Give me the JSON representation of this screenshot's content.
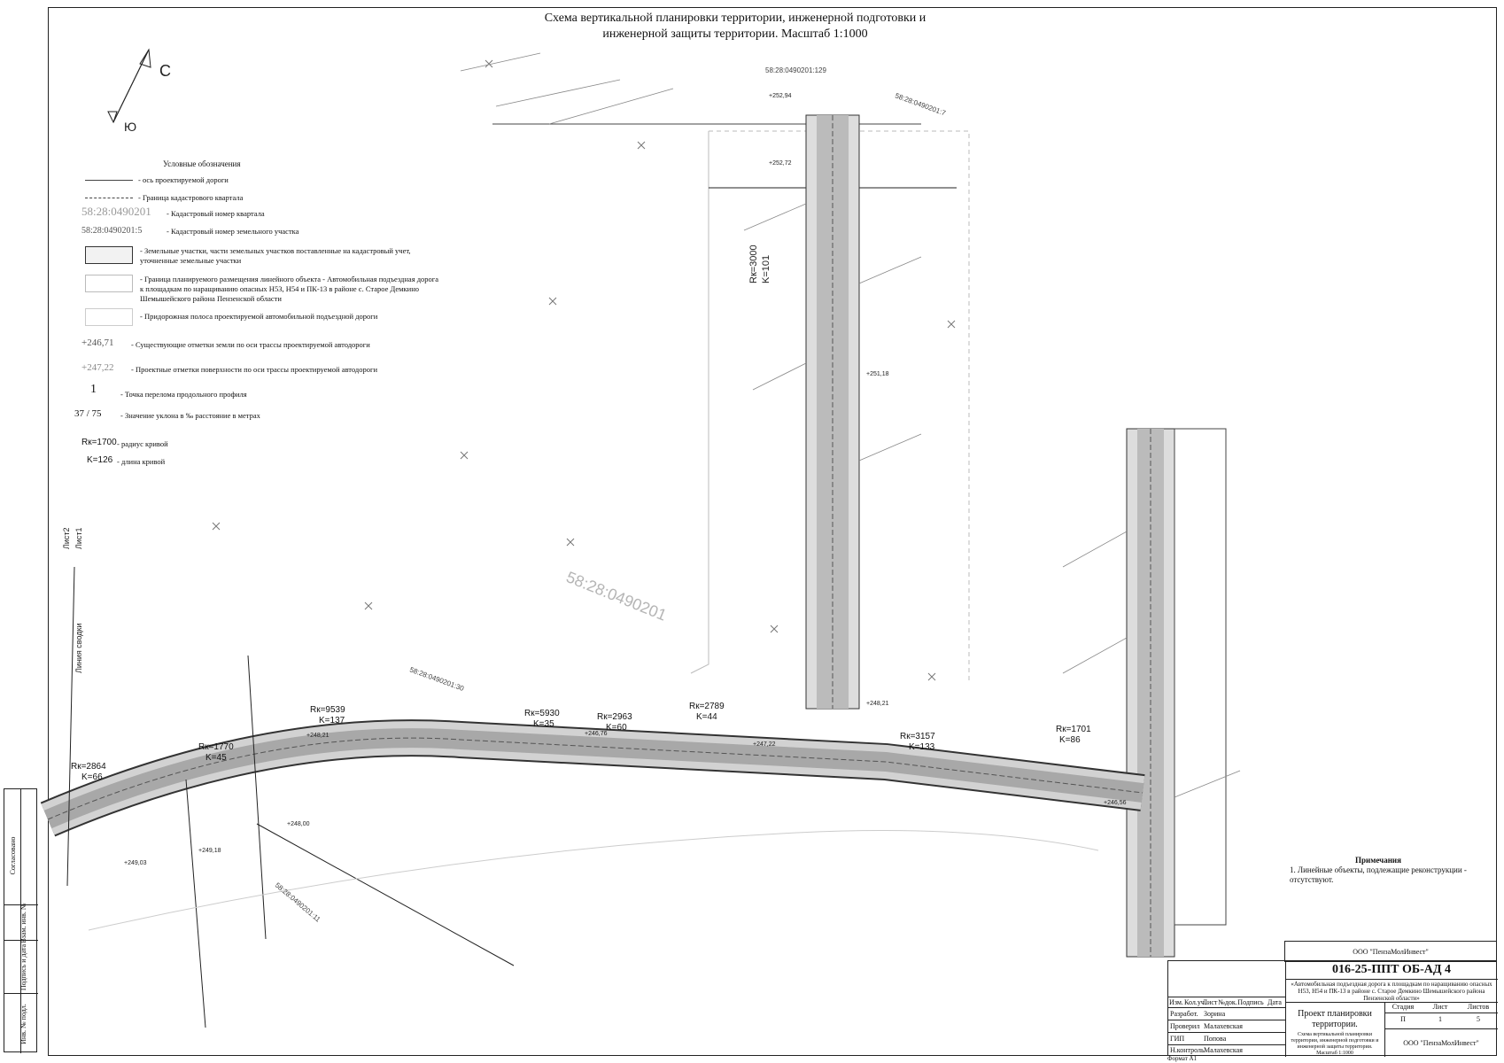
{
  "title": {
    "line1": "Схема вертикальной планировки территории, инженерной подготовки и",
    "line2": "инженерной защиты территории. Масштаб 1:1000"
  },
  "compass": {
    "north": "С",
    "south": "Ю"
  },
  "legend": {
    "heading": "Условные обозначения",
    "items": [
      {
        "symbol": "",
        "text": "- ось проектируемой дороги"
      },
      {
        "symbol": "",
        "text": "- Граница кадастрового квартала"
      },
      {
        "symbol": "58:28:0490201",
        "text": "- Кадастровый номер квартала"
      },
      {
        "symbol": "58:28:0490201:5",
        "text": "- Кадастровый номер земельного участка"
      },
      {
        "symbol": "",
        "text": "- Земельные участки, части земельных участков поставленные на кадастровый учет, уточненные земельные участки"
      },
      {
        "symbol": "",
        "text": "- Граница планируемого размещения линейного объекта - Автомобильная подъездная дорога к площадкам по наращиванию опасных Н53, Н54 и ПК-13 в районе с. Старое Демкино Шемышейского района Пензенской области"
      },
      {
        "symbol": "",
        "text": "- Придорожная полоса проектируемой автомобильной подъездной дороги"
      },
      {
        "symbol": "+246,71",
        "text": "- Существующие отметки земли по оси трассы проектируемой автодороги"
      },
      {
        "symbol": "+247,22",
        "text": "- Проектные отметки поверхности по оси трассы проектируемой автодороги"
      },
      {
        "symbol": "1",
        "text": "- Точка перелома продольного профиля"
      },
      {
        "symbol": "37 / 75",
        "text": "- Значение уклона в ‰ расстояние в метрах"
      },
      {
        "symbol": "Rк=1700",
        "text": "- радиус кривой"
      },
      {
        "symbol": "K=126",
        "text": "- длина кривой"
      }
    ]
  },
  "map": {
    "quarter_label": "58:28:0490201",
    "parcel_labels": [
      "58:28:0490201:129",
      "58:28:0490201:7",
      "58:28:0490201:30",
      "58:28:0490201:11"
    ],
    "vertical_labels": [
      "Rк=3000",
      "K=101",
      "Лист2",
      "Лист1",
      "Линия сводки"
    ],
    "curves": [
      {
        "r": "Rк=2864",
        "k": "K=66"
      },
      {
        "r": "Rк=1770",
        "k": "K=45"
      },
      {
        "r": "Rк=9539",
        "k": "K=137"
      },
      {
        "r": "Rк=5930",
        "k": "K=35"
      },
      {
        "r": "Rк=2963",
        "k": "K=60"
      },
      {
        "r": "Rк=2789",
        "k": "K=44"
      },
      {
        "r": "Rк=3157",
        "k": "K=133"
      },
      {
        "r": "Rк=1701",
        "k": "K=86"
      }
    ],
    "elevations": [
      "+252,94",
      "+252,72",
      "+251,18",
      "+248,21",
      "+247,22",
      "+246,76",
      "+248,21",
      "+248,00",
      "+249,03",
      "+249,18",
      "+246,56"
    ]
  },
  "notes": {
    "heading": "Примечания",
    "text": "1. Линейные объекты, подлежащие реконструкции - отсутствуют."
  },
  "stamp": {
    "company_top": "ООО \"ПензаМолИнвест\"",
    "code": "016-25-ППТ ОБ-АД 4",
    "object": "«Автомобильная подъездная дорога к площадкам по наращиванию опасных Н53, Н54 и ПК-13 в районе с. Старое Демкино Шемышейского района Пензенской области»",
    "sheet_title": "Проект планировки территории.",
    "sub_title": "Схема вертикальной планировки территории, инженерной подготовки и инженерной защиты территории. Масштаб 1:1000",
    "company_bottom": "ООО \"ПензаМолИнвест\"",
    "stage_label": "Стадия",
    "sheet_label": "Лист",
    "sheets_label": "Листов",
    "stage": "П",
    "sheet": "1",
    "sheets": "5",
    "cols": [
      "Изм.",
      "Кол.уч.",
      "Лист",
      "№док.",
      "Подпись",
      "Дата"
    ],
    "roles": [
      {
        "role": "Разработ.",
        "name": "Зорина"
      },
      {
        "role": "Проверил",
        "name": "Малахевская"
      },
      {
        "role": "ГИП",
        "name": "Попова"
      },
      {
        "role": "Н.контроль",
        "name": "Малахевская"
      }
    ],
    "format": "Формат А1"
  },
  "side_stamp": [
    "Согласовано",
    "Взам. инв. №",
    "Подпись и дата",
    "Инв. № подл."
  ]
}
